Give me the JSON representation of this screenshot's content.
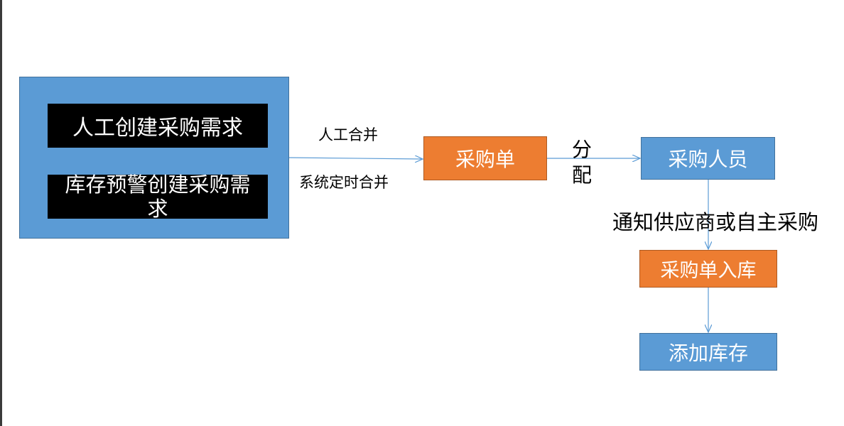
{
  "nodes": {
    "manual_request": "人工创建采购需求",
    "alert_request": "库存预警创建采购需求",
    "purchase_order": "采购单",
    "purchaser": "采购人员",
    "order_instock": "采购单入库",
    "add_inventory": "添加库存"
  },
  "edges": {
    "manual_merge": "人工合并",
    "system_merge": "系统定时合并",
    "assign": "分配",
    "notify": "通知供应商或自主采购"
  },
  "colors": {
    "blue": "#5b9bd5",
    "orange": "#ed7d31",
    "black": "#000000",
    "arrow": "#5b9bd5"
  }
}
